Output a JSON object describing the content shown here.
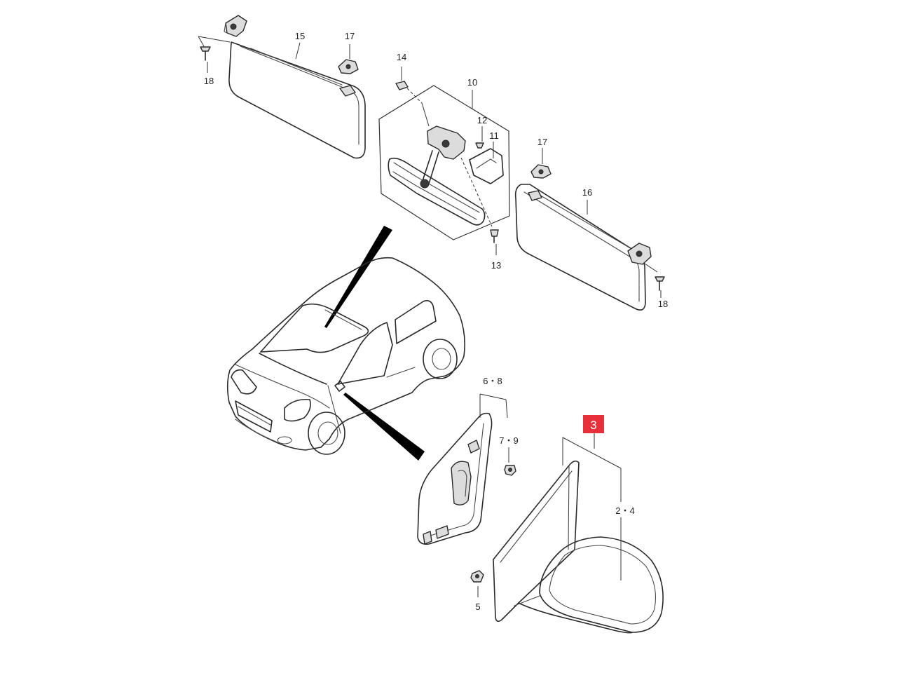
{
  "callouts": {
    "c15": "15",
    "c17_top": "17",
    "c18_left": "18",
    "c14": "14",
    "c10": "10",
    "c12": "12",
    "c11": "11",
    "c17_right": "17",
    "c16": "16",
    "c13": "13",
    "c18_right": "18",
    "c6_8": "6・8",
    "c7_9": "7・9",
    "c3": "3",
    "c2_4": "2・4",
    "c5": "5"
  },
  "colors": {
    "highlight": "#e8303a",
    "line": "#2a2a2a"
  }
}
